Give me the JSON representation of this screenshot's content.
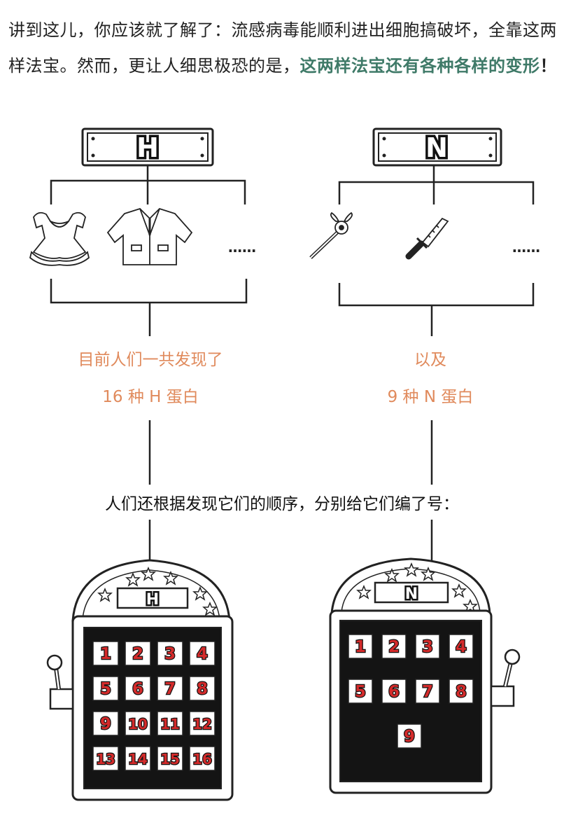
{
  "intro": {
    "part1": "讲到这儿，你应该就了解了：流感病毒能顺利进出细胞搞破坏，全靠这两样法宝。然而，更让人细思极恐的是，",
    "highlight": "这两样法宝还有各种各样的变形",
    "part3": "！"
  },
  "h_section": {
    "sign": "H",
    "more": "……",
    "line1": "目前人们一共发现了",
    "line2": "16 种 H 蛋白",
    "icons": [
      "dress-icon",
      "jacket-icon"
    ]
  },
  "n_section": {
    "sign": "N",
    "more": "……",
    "line1": "以及",
    "line2": "9 种 N 蛋白",
    "icons": [
      "magic-wand-icon",
      "knife-icon"
    ]
  },
  "middle_text": "人们还根据发现它们的顺序，分别给它们编了号：",
  "h_machine": {
    "sign": "H",
    "numbers": [
      "1",
      "2",
      "3",
      "4",
      "5",
      "6",
      "7",
      "8",
      "9",
      "10",
      "11",
      "12",
      "13",
      "14",
      "15",
      "16"
    ]
  },
  "n_machine": {
    "sign": "N",
    "numbers": [
      "1",
      "2",
      "3",
      "4",
      "5",
      "6",
      "7",
      "8",
      "9"
    ]
  },
  "colors": {
    "accent_green": "#3f7a68",
    "accent_orange": "#e08a5c",
    "number_red": "#d42b2b"
  }
}
